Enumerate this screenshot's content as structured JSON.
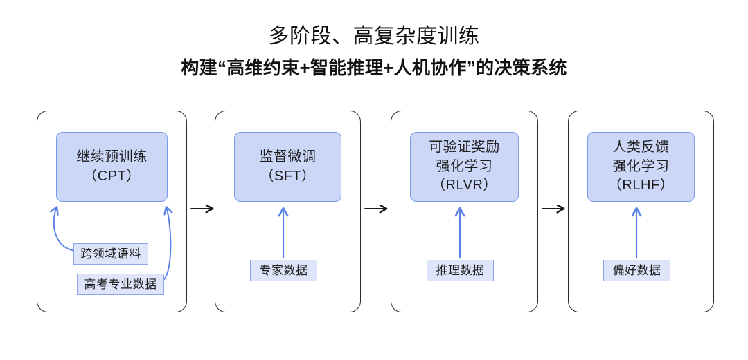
{
  "header": {
    "title": "多阶段、高复杂度训练",
    "subtitle": "构建“高维约束+智能推理+人机协作”的决策系统"
  },
  "colors": {
    "stage_fill": "#ccd6f7",
    "stage_border": "#7b9ae8",
    "chip_fill": "#dee5fa",
    "chip_border": "#8aa5e8",
    "arrow_blue": "#5b82e8",
    "arrow_black": "#1a1a1a",
    "container_border": "#2b2b2b",
    "background": "#ffffff"
  },
  "pipeline": {
    "stages": [
      {
        "id": "cpt",
        "name_lines": [
          "继续预训练",
          "（CPT）"
        ],
        "abbr": "CPT",
        "data_sources": [
          "跨领域语料",
          "高考专业数据"
        ],
        "arrow_style": "curved-pair"
      },
      {
        "id": "sft",
        "name_lines": [
          "监督微调",
          "（SFT）"
        ],
        "abbr": "SFT",
        "data_sources": [
          "专家数据"
        ],
        "arrow_style": "straight-up"
      },
      {
        "id": "rlvr",
        "name_lines": [
          "可验证奖励",
          "强化学习",
          "（RLVR）"
        ],
        "abbr": "RLVR",
        "data_sources": [
          "推理数据"
        ],
        "arrow_style": "straight-up"
      },
      {
        "id": "rlhf",
        "name_lines": [
          "人类反馈",
          "强化学习",
          "（RLHF）"
        ],
        "abbr": "RLHF",
        "data_sources": [
          "偏好数据"
        ],
        "arrow_style": "straight-up"
      }
    ],
    "connectors": [
      {
        "from": "cpt",
        "to": "sft",
        "glyph": "→"
      },
      {
        "from": "sft",
        "to": "rlvr",
        "glyph": "→"
      },
      {
        "from": "rlvr",
        "to": "rlhf",
        "glyph": "→"
      }
    ]
  }
}
